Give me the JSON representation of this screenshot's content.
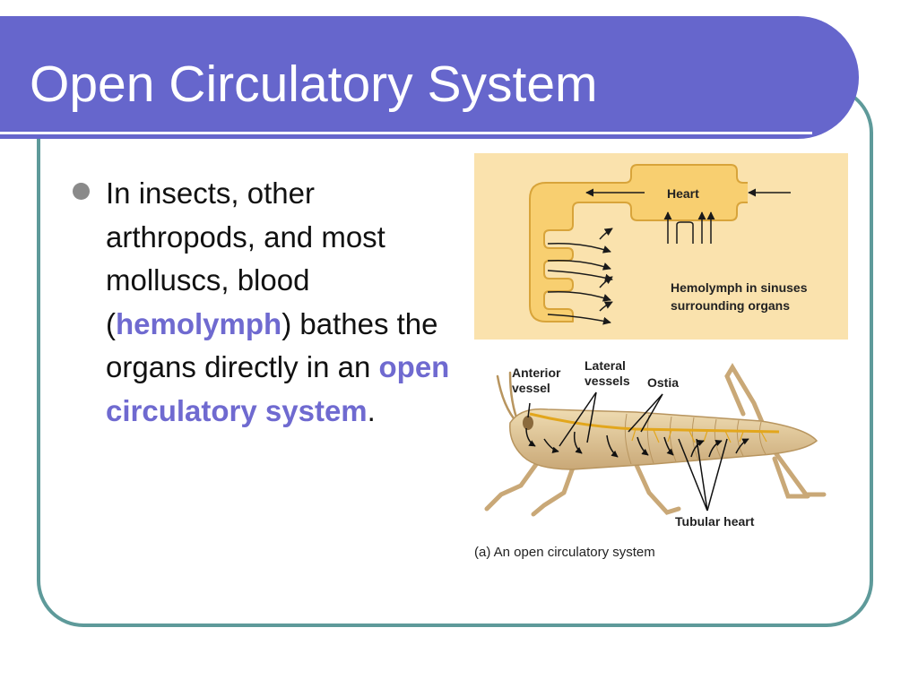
{
  "slide": {
    "title": "Open Circulatory System",
    "bullet": {
      "part1": "In insects, other arthropods, and most molluscs, blood (",
      "term1": "hemolymph",
      "part2": ") bathes the organs directly in an ",
      "term2": "open circulatory system",
      "part3": "."
    }
  },
  "diagram_top": {
    "heart_label": "Heart",
    "sinus_label": "Hemolymph in sinuses surrounding organs",
    "colors": {
      "background": "#fae2ad",
      "vessel_fill": "#f8cf70",
      "vessel_stroke": "#d8a43a"
    }
  },
  "diagram_bottom": {
    "labels": {
      "anterior_vessel": "Anterior vessel",
      "lateral_vessels": "Lateral vessels",
      "ostia": "Ostia",
      "tubular_heart": "Tubular heart"
    },
    "caption": "(a) An open circulatory system"
  },
  "theme": {
    "title_bar": "#6666cc",
    "frame_border": "#5e9a9a",
    "emphasis": "#6f6ad0"
  }
}
